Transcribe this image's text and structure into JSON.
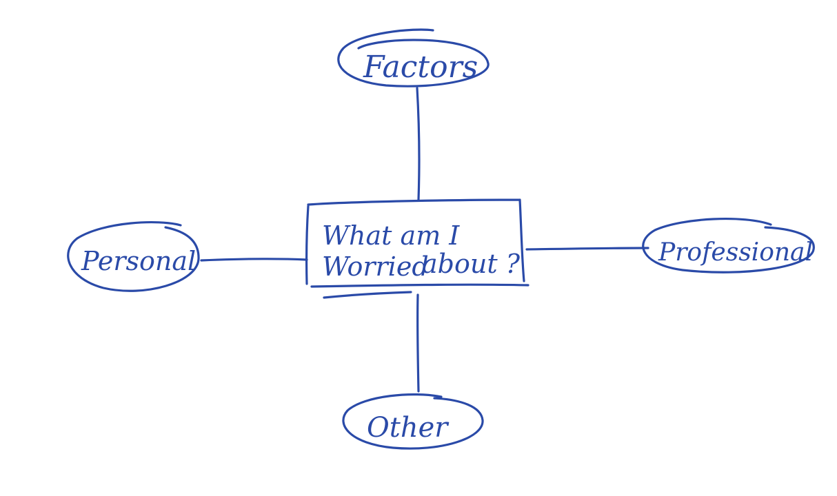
{
  "diagram": {
    "center": {
      "line1": "What am I",
      "line2_underlined": "Worried",
      "line2_rest": "about ?"
    },
    "nodes": {
      "top": "Factors",
      "left": "Personal",
      "right": "Professional",
      "bottom": "Other"
    }
  },
  "colors": {
    "ink": "#2a4aa8",
    "background": "#ffffff"
  }
}
